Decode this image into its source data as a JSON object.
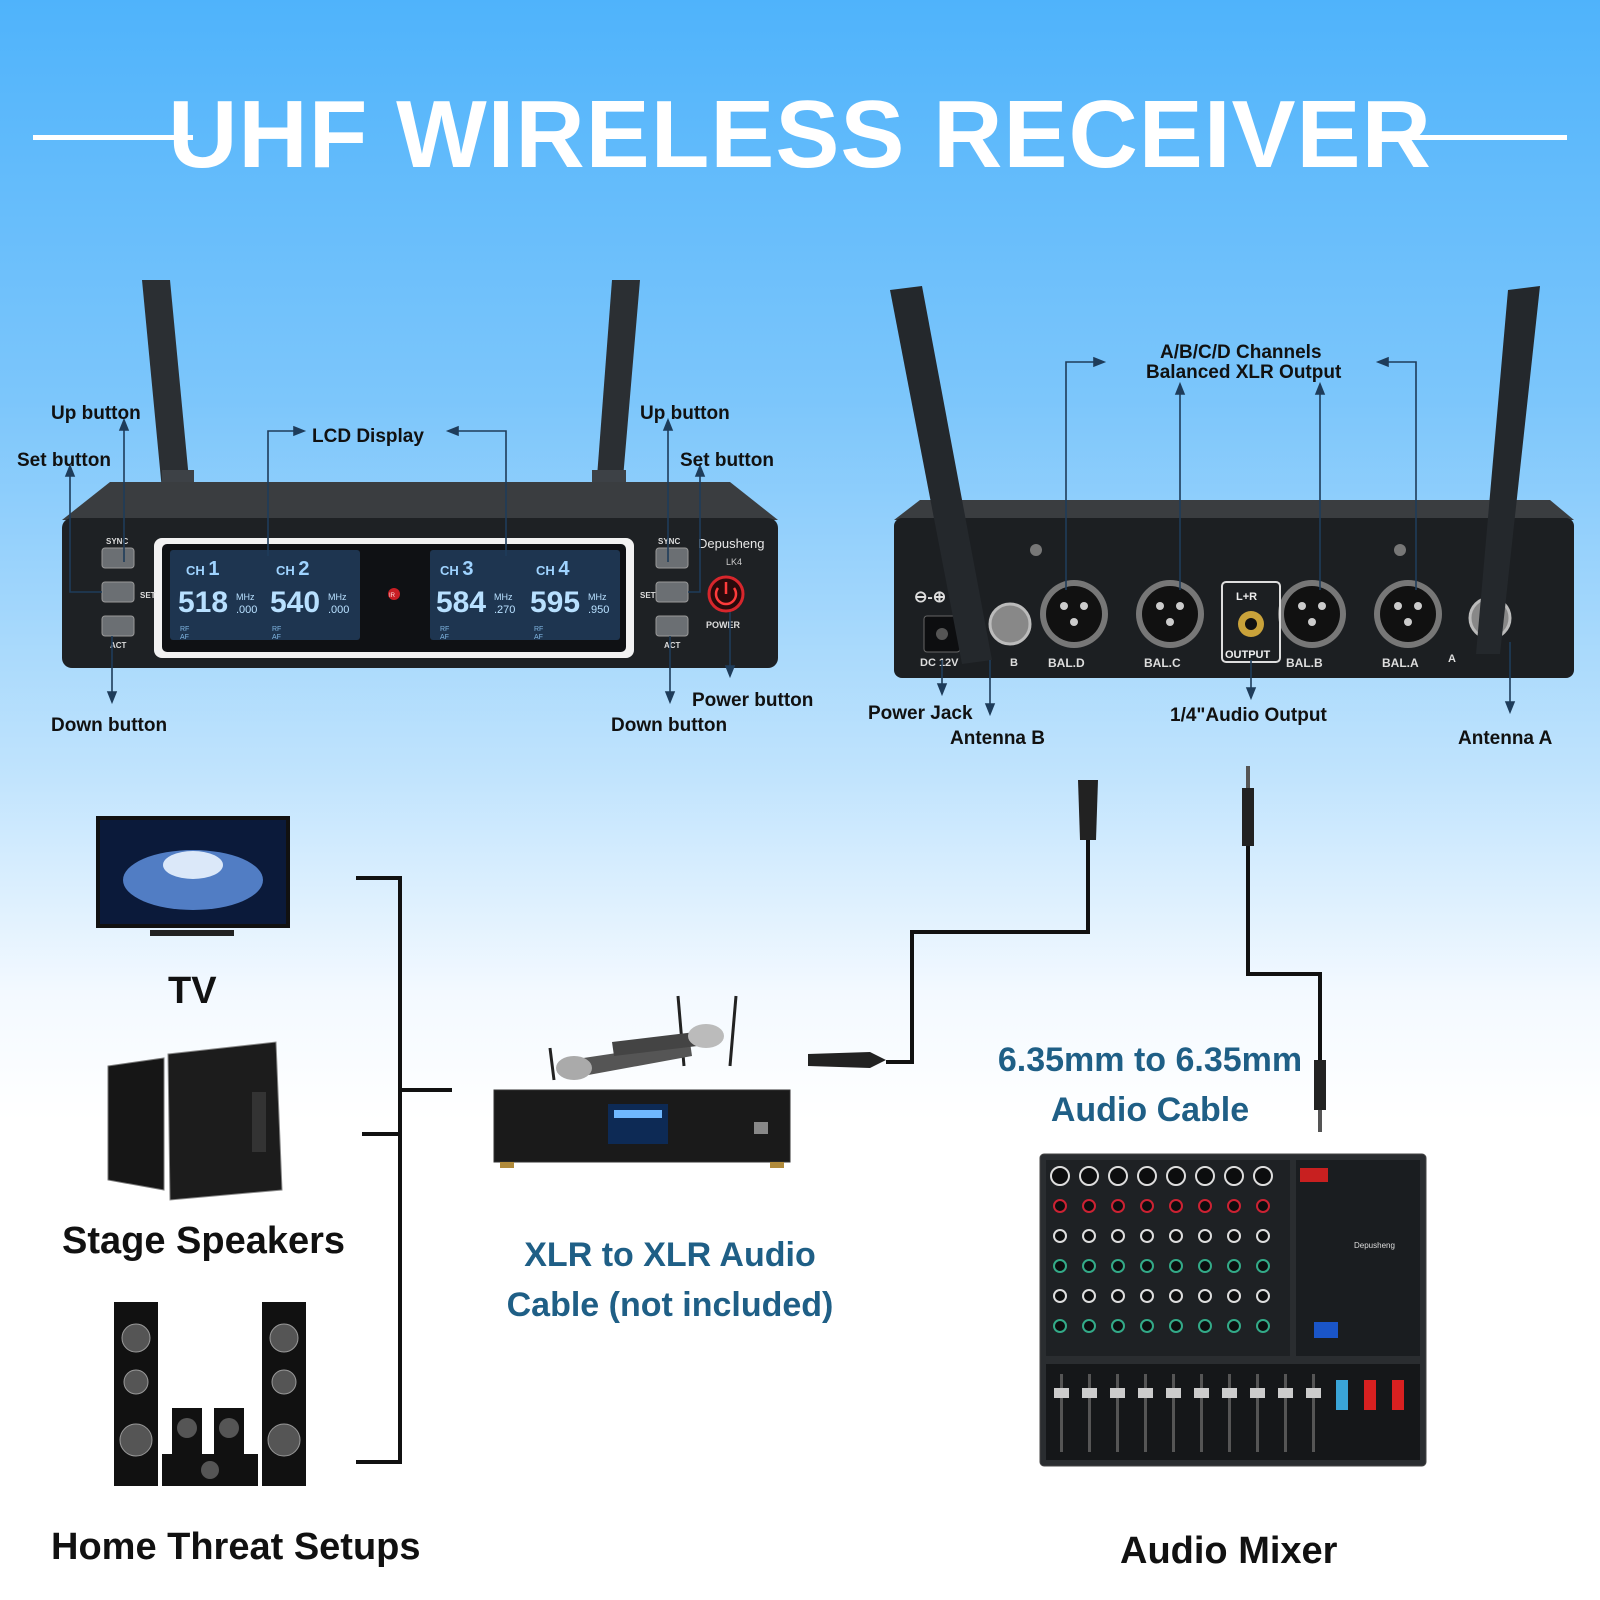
{
  "title": "UHF WIRELESS RECEIVER",
  "front": {
    "brand": "Depusheng",
    "model": "LK4",
    "buttons": {
      "sync": "SYNC",
      "set": "SET",
      "act": "ACT",
      "power": "POWER"
    },
    "ir": "IR",
    "channels": [
      {
        "ch": "CH",
        "num": "1",
        "freq_main": "518",
        "freq_dec": ".000",
        "unit": "MHz"
      },
      {
        "ch": "CH",
        "num": "2",
        "freq_main": "540",
        "freq_dec": ".000",
        "unit": "MHz"
      },
      {
        "ch": "CH",
        "num": "3",
        "freq_main": "584",
        "freq_dec": ".270",
        "unit": "MHz"
      },
      {
        "ch": "CH",
        "num": "4",
        "freq_main": "595",
        "freq_dec": ".950",
        "unit": "MHz"
      }
    ],
    "meter": {
      "rf": "RF",
      "af": "AF"
    }
  },
  "back": {
    "ports": [
      "BAL.D",
      "BAL.C",
      "BAL.B",
      "BAL.A"
    ],
    "output": {
      "top": "L+R",
      "bottom": "OUTPUT"
    },
    "dc": "DC 12V",
    "antenna_b_short": "B",
    "antenna_a_short": "A"
  },
  "callouts": {
    "up_left": "Up button",
    "set_left": "Set button",
    "down_left": "Down button",
    "lcd": "LCD Display",
    "up_right": "Up button",
    "set_right": "Set button",
    "down_right": "Down button",
    "power_button": "Power button",
    "xlr_line1": "A/B/C/D Channels",
    "xlr_line2": "Balanced XLR Output",
    "power_jack": "Power Jack",
    "antenna_b": "Antenna B",
    "audio_output": "1/4\"Audio Output",
    "antenna_a": "Antenna A"
  },
  "devices": {
    "tv": "TV",
    "speakers": "Stage Speakers",
    "home": "Home Threat Setups",
    "mixer": "Audio Mixer",
    "mixer_brand": "Depusheng"
  },
  "cables": {
    "xlr_line1": "XLR to XLR Audio",
    "xlr_line2": "Cable (not included)",
    "jack_line1": "6.35mm to 6.35mm",
    "jack_line2": "Audio Cable"
  },
  "colors": {
    "accent_blue": "#1f5f86",
    "lcd_blue": "#7fc4ff",
    "power_red": "#d8262c"
  }
}
